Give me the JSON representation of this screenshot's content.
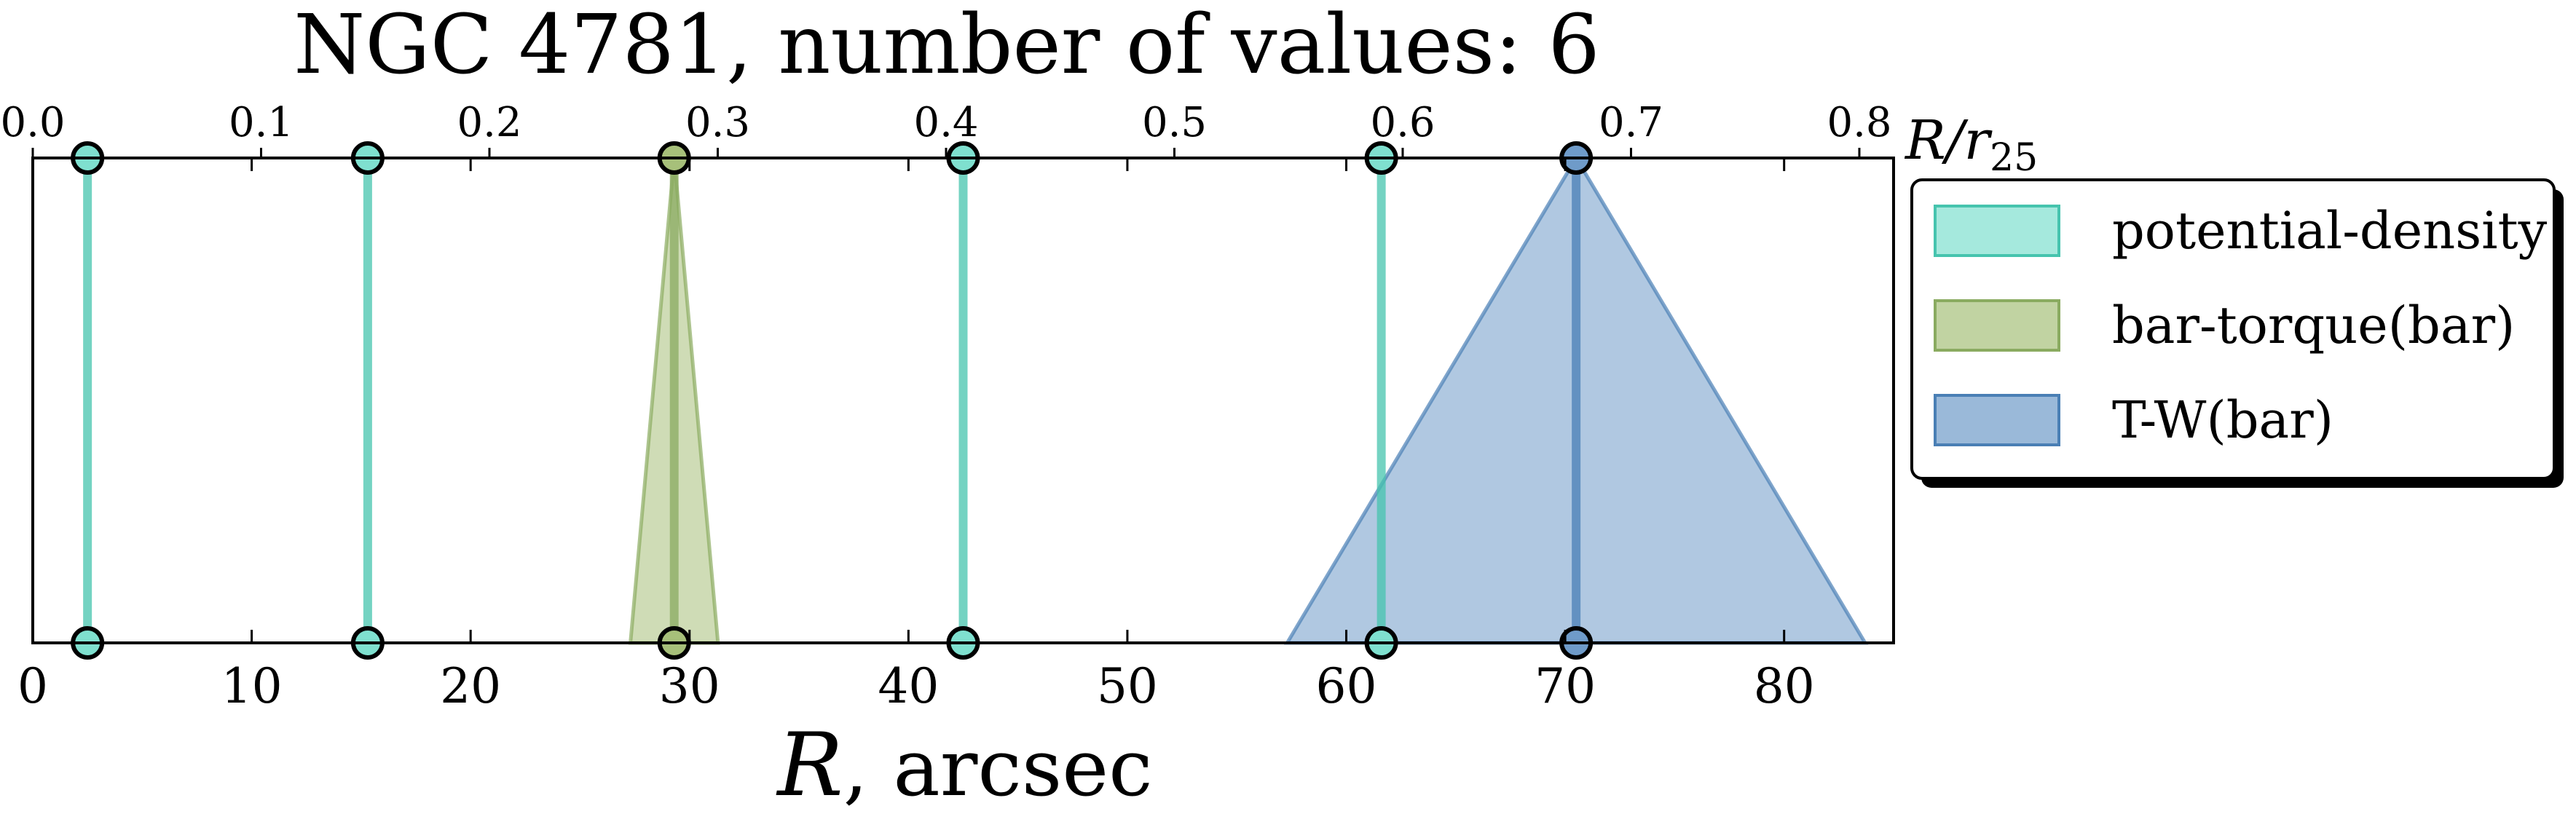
{
  "chart_data": {
    "type": "line",
    "title": "NGC 4781, number of values: 6",
    "xlabel_main": "R",
    "xlabel_rest": ", arcsec",
    "top_axis_label_main": "R/r",
    "top_axis_label_sub": "25",
    "xlim": [
      0,
      85
    ],
    "top_xlim": [
      0.0,
      0.815
    ],
    "xticks": [
      0,
      10,
      20,
      30,
      40,
      50,
      60,
      70,
      80
    ],
    "top_xticks": [
      "0.0",
      "0.1",
      "0.2",
      "0.3",
      "0.4",
      "0.5",
      "0.6",
      "0.7",
      "0.8"
    ],
    "top_xtick_values": [
      0.0,
      0.1,
      0.2,
      0.3,
      0.4,
      0.5,
      0.6,
      0.7,
      0.8
    ],
    "grid": false,
    "legend_position": "outside-right",
    "series": [
      {
        "name": "potential-density",
        "color": "#7fe0cf",
        "edge": "#46c4ae",
        "values": [
          2.5,
          15.3,
          42.5,
          61.6
        ],
        "errors": [
          0,
          0,
          0,
          0
        ]
      },
      {
        "name": "bar-torque(bar)",
        "color": "#a7c07a",
        "edge": "#8aab60",
        "values": [
          29.3
        ],
        "errors": [
          2.0
        ]
      },
      {
        "name": "T-W(bar)",
        "color": "#6f9bc9",
        "edge": "#4a7fb5",
        "values": [
          70.5
        ],
        "errors": [
          13.2
        ]
      }
    ]
  }
}
